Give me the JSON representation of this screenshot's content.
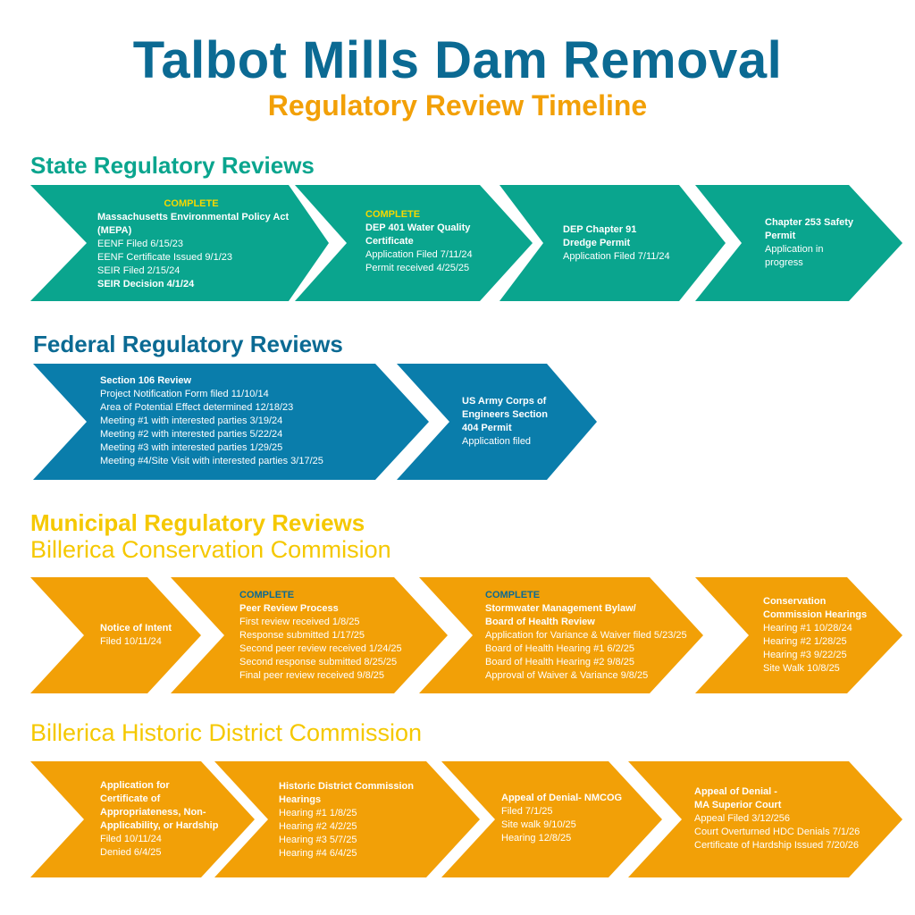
{
  "title": "Talbot Mills Dam Removal",
  "subtitle": "Regulatory Review Timeline",
  "colors": {
    "title_blue": "#0b6a93",
    "accent_orange": "#f2a007",
    "state_teal": "#0aa58e",
    "federal_blue": "#0a7dab",
    "municipal_yellow": "#f5c800",
    "complete_flag": "#f5d800"
  },
  "sections": {
    "state": {
      "heading": "State Regulatory Reviews",
      "steps": [
        {
          "flag": "COMPLETE",
          "header": [
            "Massachusetts Environmental Policy Act",
            "(MEPA)"
          ],
          "lines": [
            "EENF Filed 6/15/23",
            "EENF Certificate Issued 9/1/23",
            "SEIR Filed 2/15/24"
          ],
          "bold_line": "SEIR Decision 4/1/24"
        },
        {
          "flag": "COMPLETE",
          "header": [
            "DEP 401 Water Quality",
            "Certificate"
          ],
          "lines": [
            "Application Filed 7/11/24",
            "Permit received 4/25/25"
          ]
        },
        {
          "header": [
            "DEP Chapter 91",
            "Dredge Permit"
          ],
          "lines": [
            "Application Filed 7/11/24"
          ]
        },
        {
          "header": [
            "Chapter 253 Safety",
            "Permit"
          ],
          "lines": [
            "Application in",
            "progress"
          ]
        }
      ]
    },
    "federal": {
      "heading": "Federal Regulatory Reviews",
      "steps": [
        {
          "header": [
            "Section 106 Review"
          ],
          "lines": [
            "Project Notification Form filed 11/10/14",
            "Area of Potential Effect determined 12/18/23",
            "Meeting #1 with interested parties 3/19/24",
            "Meeting #2 with interested parties 5/22/24",
            "Meeting #3 with interested parties 1/29/25",
            "Meeting #4/Site Visit with interested parties 3/17/25"
          ]
        },
        {
          "header": [
            "US Army Corps of",
            "Engineers Section",
            "404 Permit"
          ],
          "lines": [
            "Application filed"
          ]
        }
      ]
    },
    "municipal": {
      "heading": "Municipal Regulatory Reviews",
      "conservation": {
        "heading": "Billerica Conservation Commision",
        "steps": [
          {
            "header": [
              "Notice of Intent"
            ],
            "lines": [
              "Filed 10/11/24"
            ]
          },
          {
            "flag": "COMPLETE",
            "header": [
              "Peer Review Process"
            ],
            "lines": [
              "First review received 1/8/25",
              "Response submitted 1/17/25",
              "Second peer review received 1/24/25",
              "Second response submitted 8/25/25",
              "Final peer review received 9/8/25"
            ]
          },
          {
            "flag": "COMPLETE",
            "header": [
              "Stormwater Management Bylaw/",
              "Board of Health Review"
            ],
            "lines": [
              "Application for Variance & Waiver filed 5/23/25",
              "Board of Health Hearing #1 6/2/25",
              "Board of Health Hearing #2 9/8/25",
              "Approval of Waiver & Variance 9/8/25"
            ]
          },
          {
            "header": [
              "Conservation",
              "Commission Hearings"
            ],
            "lines": [
              "Hearing #1 10/28/24",
              "Hearing #2 1/28/25",
              "Hearing #3 9/22/25",
              "Site Walk 10/8/25"
            ]
          }
        ]
      },
      "historic": {
        "heading": "Billerica Historic District Commission",
        "steps": [
          {
            "header": [
              "Application for",
              "Certificate of",
              "Appropriateness, Non-",
              "Applicability, or Hardship"
            ],
            "lines": [
              "Filed 10/11/24",
              "Denied 6/4/25"
            ]
          },
          {
            "header": [
              "Historic District Commission",
              "Hearings"
            ],
            "lines": [
              "Hearing #1 1/8/25",
              "Hearing #2 4/2/25",
              "Hearing #3 5/7/25",
              "Hearing #4 6/4/25"
            ]
          },
          {
            "header": [
              "Appeal of Denial- NMCOG"
            ],
            "lines": [
              "Filed 7/1/25",
              "Site walk 9/10/25",
              "Hearing 12/8/25"
            ]
          },
          {
            "header": [
              "Appeal of Denial -",
              "MA Superior Court"
            ],
            "lines": [
              "Appeal Filed 3/12/256",
              "Court Overturned HDC Denials 7/1/26",
              "Certificate of Hardship Issued 7/20/26"
            ]
          }
        ]
      }
    }
  }
}
